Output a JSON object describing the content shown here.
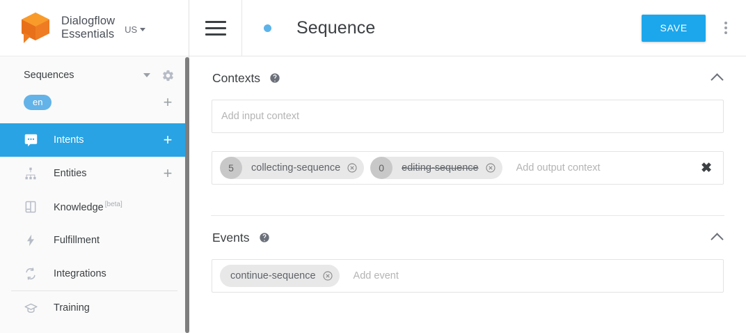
{
  "brand": {
    "name_line1": "Dialogflow",
    "name_line2": "Essentials",
    "region": "US",
    "logo_icon": "dialogflow-cube-logo"
  },
  "sidebar": {
    "agent": {
      "name": "Sequences",
      "dropdown_icon": "caret-down-icon",
      "settings_icon": "gear-icon"
    },
    "language": {
      "code": "en",
      "add_icon": "plus-icon"
    },
    "items": [
      {
        "label": "Intents",
        "icon": "chat-bubble-icon",
        "active": true,
        "action_icon": "plus-icon"
      },
      {
        "label": "Entities",
        "icon": "hierarchy-icon",
        "active": false,
        "action_icon": "plus-icon"
      },
      {
        "label": "Knowledge",
        "icon": "book-icon",
        "active": false,
        "badge": "[beta]"
      },
      {
        "label": "Fulfillment",
        "icon": "lightning-bolt-icon",
        "active": false
      },
      {
        "label": "Integrations",
        "icon": "refresh-arrows-icon",
        "active": false
      },
      {
        "label": "Training",
        "icon": "graduation-cap-icon",
        "active": false
      }
    ]
  },
  "topbar": {
    "menu_icon": "hamburger-menu-icon",
    "status_dot": "blue-status-dot",
    "title": "Sequence",
    "save_label": "SAVE",
    "more_icon": "vertical-dots-icon",
    "accent_color": "#1ca7ec"
  },
  "main": {
    "contexts": {
      "title": "Contexts",
      "help_icon": "help-circle-icon",
      "collapse_icon": "chevron-up-icon",
      "input_placeholder": "Add input context",
      "input_value": "",
      "output_placeholder": "Add output context",
      "clear_icon": "close-x-icon",
      "output_chips": [
        {
          "lifespan": "5",
          "name": "collecting-sequence",
          "expired": false,
          "remove_icon": "remove-circle-icon"
        },
        {
          "lifespan": "0",
          "name": "editing-sequence",
          "expired": true,
          "remove_icon": "remove-circle-icon"
        }
      ]
    },
    "events": {
      "title": "Events",
      "help_icon": "help-circle-icon",
      "collapse_icon": "chevron-up-icon",
      "placeholder": "Add event",
      "chips": [
        {
          "name": "continue-sequence",
          "remove_icon": "remove-circle-icon"
        }
      ]
    }
  }
}
